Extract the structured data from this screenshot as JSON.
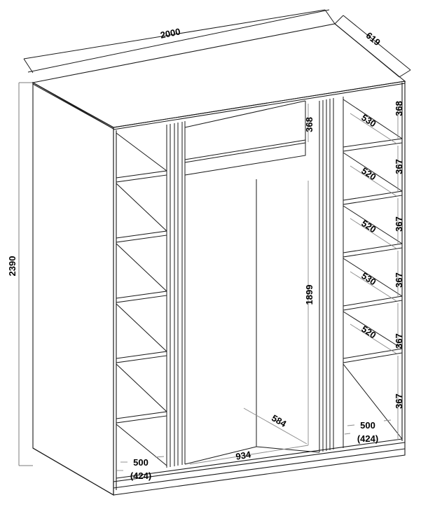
{
  "drawing": {
    "title": "Wardrobe Cabinet Technical Drawing",
    "type": "isometric-furniture-dimension-drawing",
    "units": "mm",
    "line_color": "#1a1a1a",
    "dim_line_color": "#7a7a7a",
    "background": "#ffffff"
  },
  "overall": {
    "width": "2000",
    "depth": "619",
    "height": "2390"
  },
  "left_section": {
    "name": "left-shelf-column",
    "shelf_count": 5,
    "bottom_depth": "500",
    "bottom_depth_alt": "(424)"
  },
  "center_section": {
    "name": "center-hanging-column",
    "top_shelf_height": "368",
    "hanging_height": "1899",
    "inner_width": "934",
    "inner_depth": "584"
  },
  "right_section": {
    "name": "right-shelf-column",
    "compartment_heights": [
      "368",
      "367",
      "367",
      "367",
      "367",
      "367"
    ],
    "shelf_depths": [
      "530",
      "520",
      "520",
      "530",
      "520"
    ],
    "bottom_depth": "500",
    "bottom_depth_alt": "(424)"
  },
  "labels": {
    "top_width": "2000",
    "top_depth": "619",
    "left_height": "2390",
    "center_top_shelf": "368",
    "center_hanging": "1899",
    "center_base_width": "934",
    "center_base_depth": "584",
    "right_h1": "368",
    "right_h2": "367",
    "right_h3": "367",
    "right_h4": "367",
    "right_h5": "367",
    "right_h6": "367",
    "right_d1": "530",
    "right_d2": "520",
    "right_d3": "520",
    "right_d4": "530",
    "right_d5": "520",
    "right_bottom_a": "500",
    "right_bottom_b": "(424)",
    "left_bottom_a": "500",
    "left_bottom_b": "(424)"
  }
}
